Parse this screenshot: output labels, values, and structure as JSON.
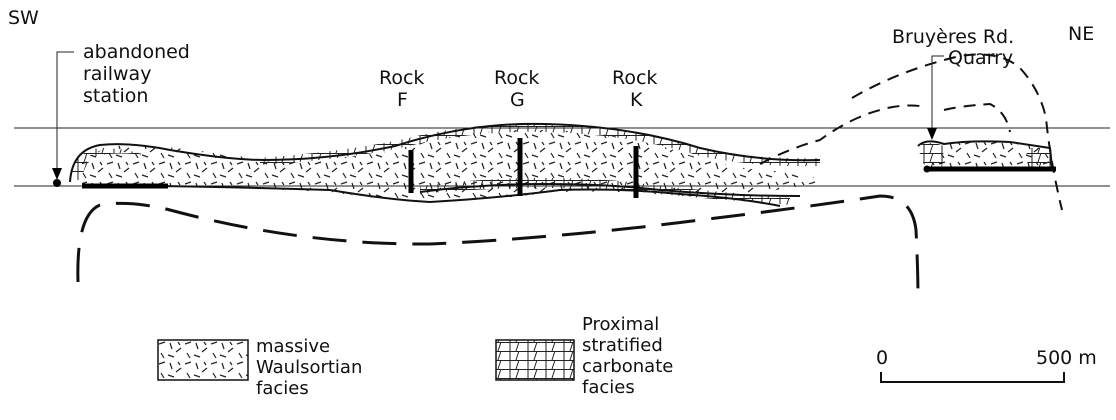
{
  "orientation": {
    "left": "SW",
    "right": "NE"
  },
  "labels": {
    "station": [
      "abandoned",
      "railway",
      "station"
    ],
    "rock_f": [
      "Rock",
      "F"
    ],
    "rock_g": [
      "Rock",
      "G"
    ],
    "rock_k": [
      "Rock",
      "K"
    ],
    "road": "Bruyères Rd.",
    "quarry": "Quarry"
  },
  "legend": {
    "massive": [
      "massive",
      "Waulsortian",
      "facies"
    ],
    "stratified": [
      "Proximal",
      "stratified",
      "carbonate",
      "facies"
    ]
  },
  "scale": {
    "start": "0",
    "end": "500 m"
  }
}
